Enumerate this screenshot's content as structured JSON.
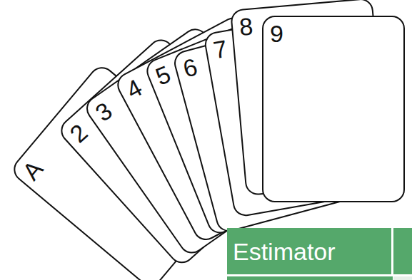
{
  "diagram": {
    "nodes": [
      {
        "text": [
          "A"
        ]
      },
      {
        "text": [
          "2"
        ]
      },
      {
        "text": [
          "3"
        ]
      },
      {
        "text": [
          "4"
        ]
      },
      {
        "text": [
          "5"
        ]
      },
      {
        "text": [
          "6"
        ]
      },
      {
        "text": [
          "7"
        ]
      },
      {
        "text": [
          "8"
        ]
      },
      {
        "text": [
          "9"
        ]
      },
      {
        "text": [
          "Estimator"
        ]
      }
    ]
  }
}
